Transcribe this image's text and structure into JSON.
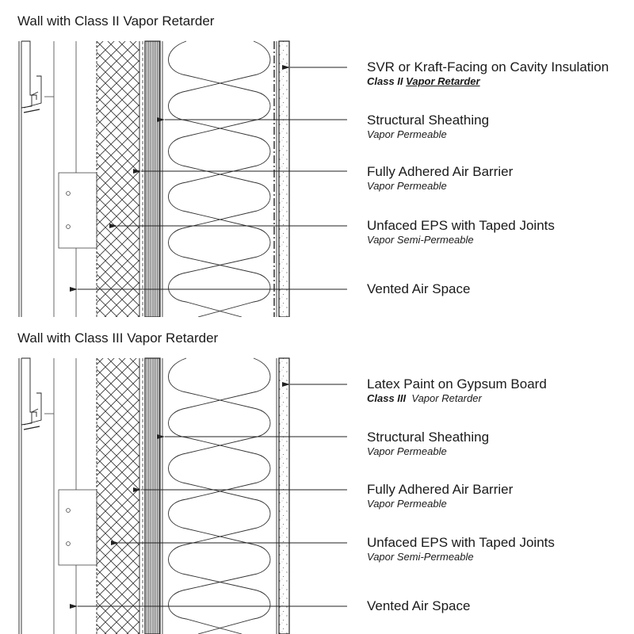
{
  "panels": [
    {
      "title": "Wall with Class II Vapor Retarder",
      "callouts": [
        {
          "label": "SVR or Kraft-Facing on Cavity Insulation",
          "class_label": "Class II",
          "sub": "Vapor Retarder"
        },
        {
          "label": "Structural Sheathing",
          "sub": "Vapor Permeable"
        },
        {
          "label": "Fully Adhered Air Barrier",
          "sub": "Vapor Permeable"
        },
        {
          "label": "Unfaced EPS with Taped Joints",
          "sub": "Vapor Semi-Permeable"
        },
        {
          "label": "Vented Air Space",
          "sub": ""
        }
      ]
    },
    {
      "title": "Wall with Class III Vapor Retarder",
      "callouts": [
        {
          "label": "Latex Paint on Gypsum Board",
          "class_label": "Class III",
          "sub": "Vapor Retarder"
        },
        {
          "label": "Structural Sheathing",
          "sub": "Vapor Permeable"
        },
        {
          "label": "Fully Adhered Air Barrier",
          "sub": "Vapor Permeable"
        },
        {
          "label": "Unfaced EPS with Taped Joints",
          "sub": "Vapor Semi-Permeable"
        },
        {
          "label": "Vented Air Space",
          "sub": ""
        }
      ]
    }
  ]
}
